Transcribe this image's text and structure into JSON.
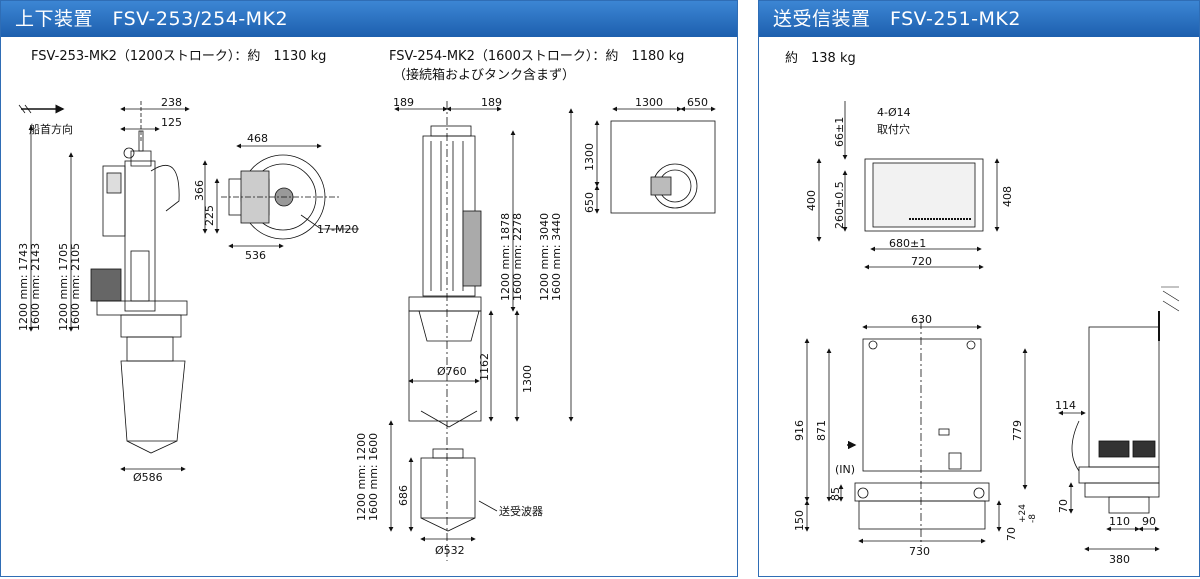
{
  "left_panel": {
    "title": "上下装置　FSV-253/254-MK2",
    "mk253_caption": "FSV-253-MK2（1200ストローク）：約　1130 kg",
    "mk254_caption": "FSV-254-MK2（1600ストローク）：約　1180 kg",
    "mk254_note": "（接続箱およびタンク含まず）",
    "bow_label": "船首方向",
    "dims": {
      "d238": "238",
      "d125": "125",
      "d468": "468",
      "d366": "366",
      "d225": "225",
      "d536": "536",
      "m20": "17-M20",
      "d586": "Ø586",
      "stroke_a1": "1200 mm: 1743",
      "stroke_a2": "1600 mm: 2143",
      "stroke_b1": "1200 mm: 1705",
      "stroke_b2": "1600 mm: 2105",
      "d189a": "189",
      "d189b": "189",
      "d1300a": "1300",
      "d650a": "650",
      "d1300b": "1300",
      "d650b": "650",
      "stroke_c1": "1200 mm: 1878",
      "stroke_c2": "1600 mm: 2278",
      "stroke_d1": "1200 mm: 3040",
      "stroke_d2": "1600 mm: 3440",
      "d1162": "1162",
      "d1300c": "1300",
      "d760": "Ø760",
      "stroke_e1": "1200 mm: 1200",
      "stroke_e2": "1600 mm: 1600",
      "d686": "686",
      "d532": "Ø532",
      "transducer": "送受波器"
    }
  },
  "right_panel": {
    "title": "送受信装置　FSV-251-MK2",
    "weight": "約　138 kg",
    "dims": {
      "holes": "4-Ø14",
      "holes_note": "取付穴",
      "d66": "66±1",
      "d400": "400",
      "d260": "260±0.5",
      "d408": "408",
      "d680": "680±1",
      "d720": "720",
      "d630": "630",
      "d916": "916",
      "d871": "871",
      "d779": "779",
      "in_label": "(IN)",
      "d85": "85",
      "d150": "150",
      "d730": "730",
      "d70a": "70",
      "d70b": "70",
      "tol_plus": "+24",
      "tol_minus": "-8",
      "d114": "114",
      "d110": "110",
      "d90": "90",
      "d380": "380"
    }
  }
}
